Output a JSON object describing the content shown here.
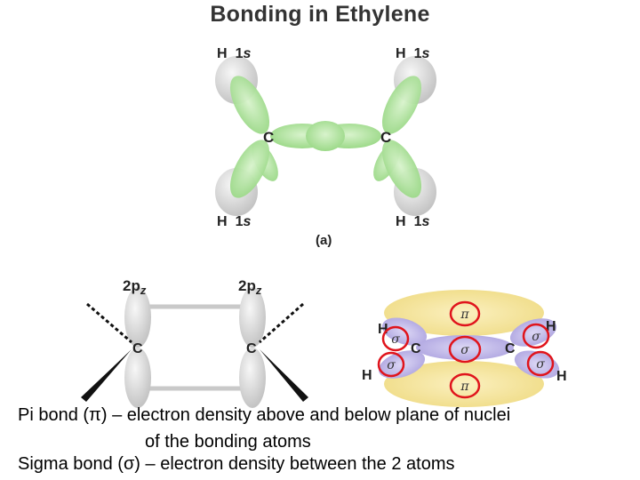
{
  "title": "Bonding in Ethylene",
  "top_diagram": {
    "h_labels": [
      "H 1s",
      "H 1s",
      "H 1s",
      "H 1s"
    ],
    "h_label_main": "H",
    "h_label_orbital": "1",
    "h_label_orbital_letter": "s",
    "carbon": "C",
    "panel_label": "(a)"
  },
  "pz_diagram": {
    "orbital_label_main": "2p",
    "orbital_label_sub": "z",
    "carbon": "C"
  },
  "molecule_diagram": {
    "pi": "π",
    "sigma": "σ",
    "carbon": "C",
    "hydrogen": "H"
  },
  "captions": {
    "line1": "Pi bond (π) – electron density above and below plane of nuclei",
    "line2": "of the bonding atoms",
    "line3": "Sigma bond (σ) – electron density between the 2 atoms"
  },
  "colors": {
    "green_lobe": "#a6df95",
    "grey_lobe": "#d9d9d9",
    "yellow_lobe": "#f4e39a",
    "purple_lobe": "#b9b1e6",
    "highlight_ring": "#e0141c"
  }
}
